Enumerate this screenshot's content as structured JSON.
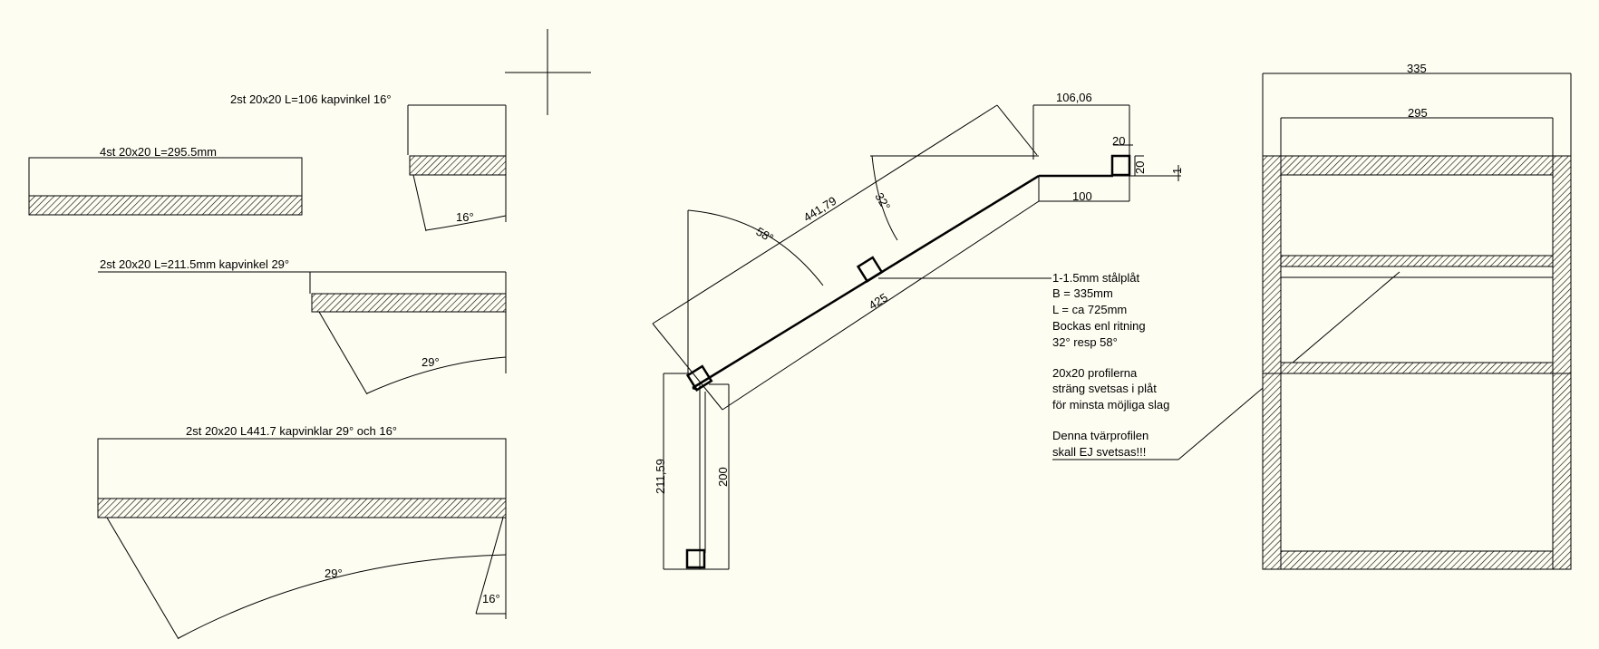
{
  "parts": {
    "part1_label": "4st 20x20 L=295.5mm",
    "part2_label": "2st 20x20 L=106 kapvinkel 16°",
    "part2_angle": "16°",
    "part3_label": "2st 20x20 L=211.5mm kapvinkel 29°",
    "part3_angle": "29°",
    "part4_label": "2st 20x20 L441.7 kapvinklar 29° och 16°",
    "part4_angle_a": "29°",
    "part4_angle_b": "16°"
  },
  "assembly": {
    "dim_441": "441,79",
    "dim_425": "425",
    "dim_106": "106,06",
    "dim_100": "100",
    "dim_20a": "20",
    "dim_20b": "20",
    "dim_1": "1",
    "dim_211": "211,59",
    "dim_200": "200",
    "angle_58": "58°",
    "angle_32": "32°"
  },
  "notes": {
    "line1": "1-1.5mm stålplåt",
    "line2": "B = 335mm",
    "line3": "L = ca 725mm",
    "line4": "Bockas enl ritning",
    "line5": "32° resp 58°",
    "line6": "20x20 profilerna",
    "line7": "sträng svetsas i plåt",
    "line8": "för minsta möjliga slag",
    "line9": "Denna tvärprofilen",
    "line10": "skall EJ svetsas!!!"
  },
  "frame": {
    "dim_335": "335",
    "dim_295": "295"
  }
}
